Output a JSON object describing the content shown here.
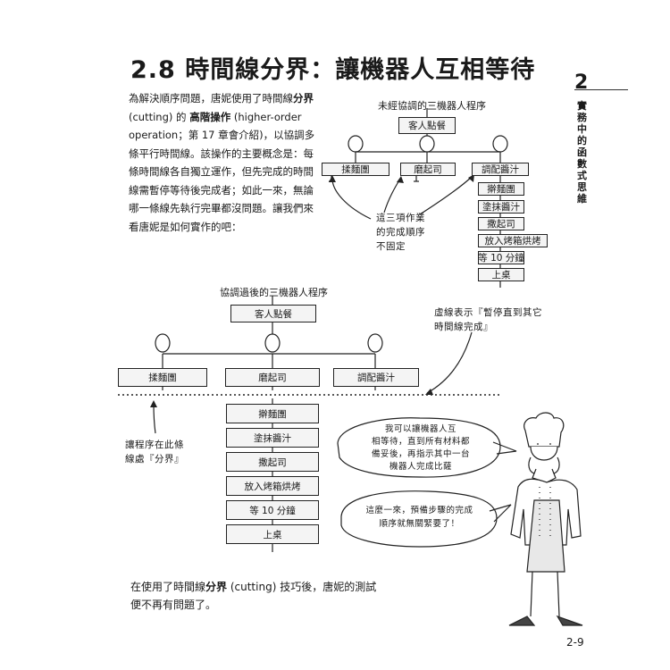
{
  "heading": "2.8 時間線分界：讓機器人互相等待",
  "chapter": {
    "number": "2",
    "tab": "實務中的函數式思維"
  },
  "intro": {
    "p1": "為解決順序問題，唐妮使用了時間線",
    "b1": "分界",
    "p2": " (cutting) 的 ",
    "b2": "高階操作",
    "p3": " (higher-order operation；第 17 章會介紹)，以協調多條平行時間線。該操作的主要概念是：每條時間線各自獨立運作，但先完成的時間線需暫停等待後完成者；如此一來，無論哪一條線先執行完畢都沒問題。讓我們來看唐妮是如何實作的吧："
  },
  "diagram1": {
    "label": "未經協調的三機器人程序",
    "top_box": "客人點餐",
    "robots": [
      "揉麵團",
      "磨起司",
      "調配醬汁"
    ],
    "steps": [
      "擀麵團",
      "塗抹醬汁",
      "撒起司",
      "放入烤箱烘烤",
      "等 10 分鐘",
      "上桌"
    ],
    "note": [
      "這三項作業",
      "的完成順序",
      "不固定"
    ]
  },
  "diagram2": {
    "label": "協調過後的三機器人程序",
    "top_box": "客人點餐",
    "robots": [
      "揉麵團",
      "磨起司",
      "調配醬汁"
    ],
    "steps": [
      "擀麵團",
      "塗抹醬汁",
      "撒起司",
      "放入烤箱烘烤",
      "等 10 分鐘",
      "上桌"
    ],
    "note_dotted": [
      "虛線表示『暫停直到其它",
      "時間線完成』"
    ],
    "note_cut": [
      "讓程序在此條",
      "線處『分界』"
    ]
  },
  "bubble1": [
    "我可以讓機器人互",
    "相等待，直到所有材料都",
    "備妥後，再指示其中一台",
    "機器人完成比薩"
  ],
  "bubble2": [
    "這麼一來，預備步驟的完成",
    "順序就無關緊要了！"
  ],
  "conclusion": {
    "p1": "在使用了時間線",
    "b1": "分界",
    "p2": " (cutting) 技巧後，唐妮的測試",
    "p3": "便不再有問題了。"
  },
  "page_number": "2-9"
}
